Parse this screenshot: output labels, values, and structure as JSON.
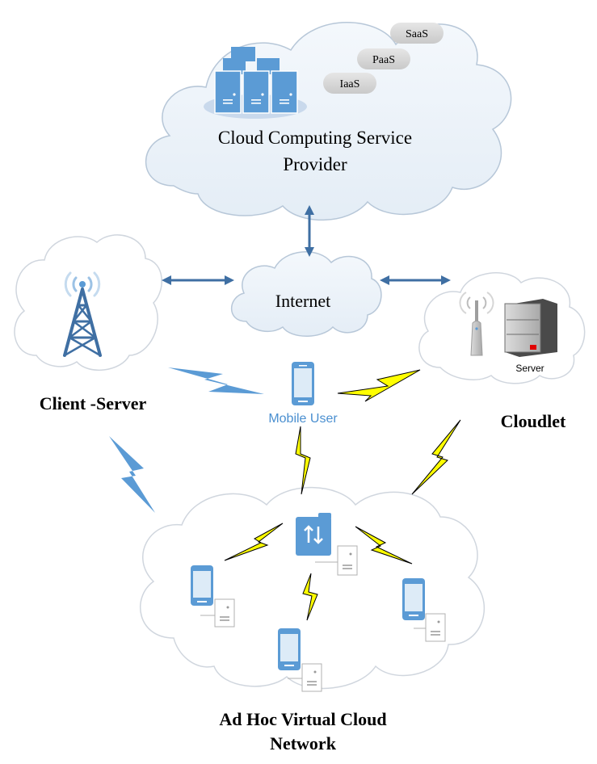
{
  "provider": {
    "label_line1": "Cloud Computing Service",
    "label_line2": "Provider",
    "services": [
      "SaaS",
      "PaaS",
      "IaaS"
    ]
  },
  "internet": {
    "label": "Internet"
  },
  "client_server": {
    "label": "Client -Server"
  },
  "cloudlet": {
    "label": "Cloudlet",
    "server_caption": "Server"
  },
  "mobile_user": {
    "label": "Mobile User"
  },
  "adhoc": {
    "label_line1": "Ad Hoc Virtual Cloud",
    "label_line2": "Network"
  },
  "colors": {
    "cloud_fill": "#e9f1f8",
    "cloud_stroke": "#b7c7d8",
    "device_blue": "#5b9bd5",
    "arrow_blue": "#3f6fa3",
    "lightning_yellow": "#ffff00",
    "lightning_blue": "#5b9bd5"
  }
}
